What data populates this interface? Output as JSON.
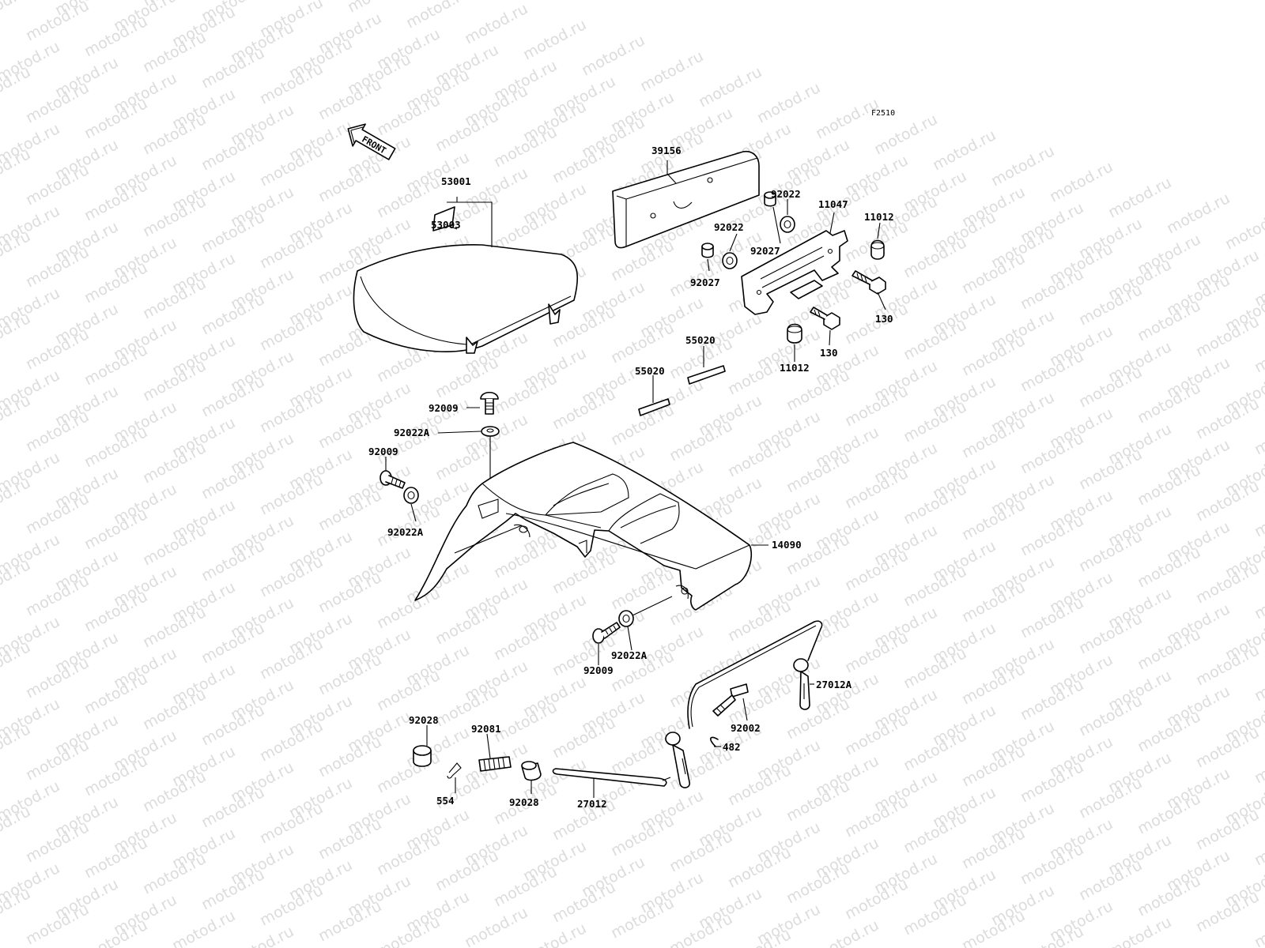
{
  "diagram": {
    "code": "F2510",
    "front_label": "FRONT",
    "watermark": "motod.ru",
    "labels": {
      "p53001": "53001",
      "p53003": "53003",
      "p39156": "39156",
      "p92022_a": "92022",
      "p92022_b": "92022",
      "p11047": "11047",
      "p11012_a": "11012",
      "p92027_a": "92027",
      "p92027_b": "92027",
      "p130_a": "130",
      "p130_b": "130",
      "p11012_b": "11012",
      "p55020_a": "55020",
      "p55020_b": "55020",
      "p92009_a": "92009",
      "p92022A_a": "92022A",
      "p92009_b": "92009",
      "p92022A_b": "92022A",
      "p14090": "14090",
      "p92009_c": "92009",
      "p92022A_c": "92022A",
      "p27012A": "27012A",
      "p92002": "92002",
      "p482": "482",
      "p92028_a": "92028",
      "p92081": "92081",
      "p92028_b": "92028",
      "p554": "554",
      "p27012": "27012"
    }
  }
}
